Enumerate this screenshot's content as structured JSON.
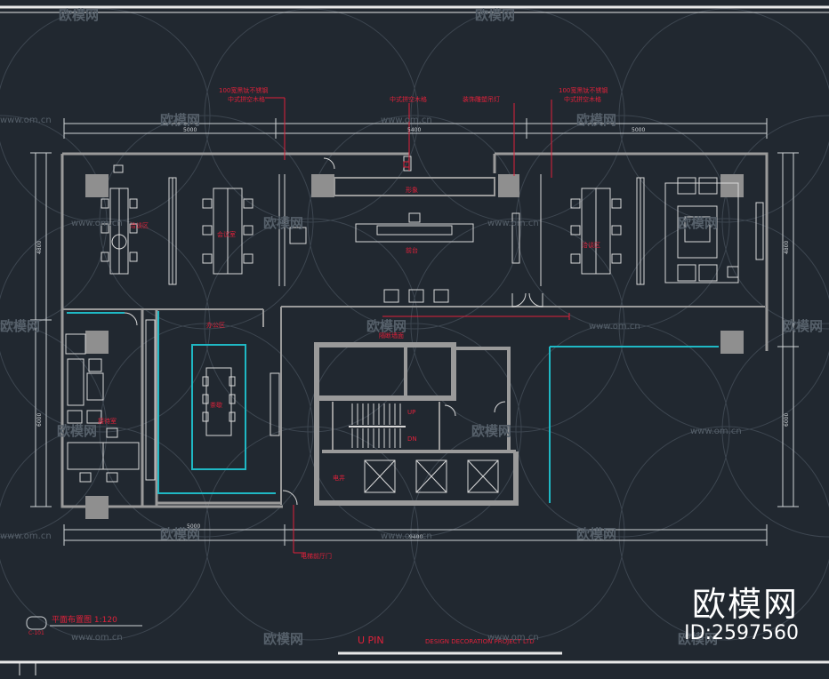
{
  "watermark": {
    "logo_text": "欧模网",
    "site_text": "www.om.cn"
  },
  "brand": {
    "name": "欧模网",
    "id": "ID:2597560"
  },
  "drawing": {
    "title": "平面布置图 1:120",
    "sheet_ref": "C-101",
    "footer_left": "U PIN",
    "footer_right": "DESIGN DECORATION PROJECT LTD"
  },
  "annotations": {
    "a1": "100宽黑钛不锈钢",
    "a1b": "中式拼空木格",
    "a2": "中式拼空木格",
    "a3": "装饰雕塑吊灯",
    "a4": "100宽黑钛不锈钢",
    "a4b": "中式拼空木格",
    "reception_wall": "形象",
    "front_desk": "前台",
    "room_left": "洽谈区",
    "room_meeting": "会议室",
    "room_right": "洽谈区",
    "room_office": "办公区",
    "room_rest": "茶歇",
    "room_small": "接待室",
    "electric_shaft": "电井",
    "up": "UP",
    "dn": "DN",
    "corridor_note": "隔断墙面",
    "door_note": "电梯前厅门"
  },
  "dimensions": {
    "top_left": "5000",
    "top_mid": "5400",
    "top_right": "5000",
    "bottom_left": "5000",
    "bottom_mid": "9400",
    "side_upper": "4800",
    "side_lower": "6000"
  },
  "colors": {
    "background": "#212830",
    "wall": "#9a9a9a",
    "line": "#d8d8d8",
    "accent_red": "#e0213a",
    "accent_cyan": "#1fb8c4",
    "column": "#8f8f8f",
    "watermark": "#56606a"
  }
}
